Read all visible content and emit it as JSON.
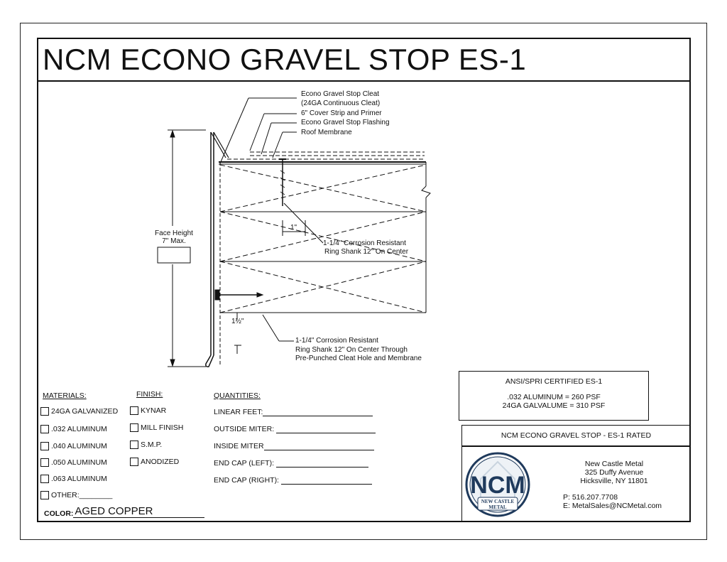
{
  "title": "NCM ECONO GRAVEL STOP ES-1",
  "callouts": {
    "cleat_line1": "Econo Gravel Stop Cleat",
    "cleat_line2": "(24GA Continuous Cleat)",
    "cover_strip": "6\" Cover Strip and Primer",
    "flashing": "Econo Gravel Stop Flashing",
    "membrane": "Roof Membrane",
    "face_height_line1": "Face Height",
    "face_height_line2": "7\" Max.",
    "dim_one": "1\"",
    "dim_one_half": "1½\"",
    "nail_top_line1": "1-1/4\" Corrosion Resistant",
    "nail_top_line2": "Ring Shank 12\" On Center",
    "nail_bottom_line1": "1-1/4\" Corrosion Resistant",
    "nail_bottom_line2": "Ring Shank 12\" On Center Through",
    "nail_bottom_line3": "Pre-Punched Cleat Hole and Membrane"
  },
  "materials": {
    "header": "MATERIALS:",
    "items": [
      "24GA GALVANIZED",
      ".032 ALUMINUM",
      ".040 ALUMINUM",
      ".050 ALUMINUM",
      ".063 ALUMINUM",
      "OTHER:________"
    ]
  },
  "finish": {
    "header": "FINISH:",
    "items": [
      "KYNAR",
      "MILL FINISH",
      "S.M.P.",
      "ANODIZED"
    ]
  },
  "quantities": {
    "header": "QUANTITIES:",
    "items": [
      "LINEAR FEET:",
      "OUTSIDE MITER:",
      "INSIDE MITER",
      "END CAP (LEFT):",
      "END CAP (RIGHT):"
    ]
  },
  "color": {
    "label": "COLOR:",
    "value": "AGED COPPER"
  },
  "certification": {
    "title": "ANSI/SPRI CERTIFIED ES-1",
    "line1": ".032 ALUMINUM = 260 PSF",
    "line2": "24GA GALVALUME = 310 PSF"
  },
  "product_name": "NCM ECONO GRAVEL STOP - ES-1 RATED",
  "company": {
    "logo_letters": "NCM",
    "logo_text_line1": "NEW CASTLE",
    "logo_text_line2": "METAL",
    "name": "New Castle Metal",
    "address1": "325 Duffy Avenue",
    "address2": "Hicksville, NY 11801",
    "phone": "P: 516.207.7708",
    "email": "E: MetalSales@NCMetal.com",
    "logo_color": "#1f3a5c"
  }
}
